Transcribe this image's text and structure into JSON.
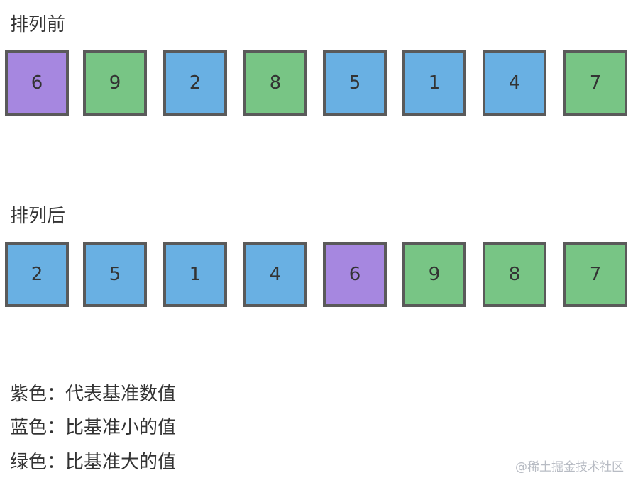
{
  "colors": {
    "pivot": "#a687e0",
    "smaller": "#69b0e3",
    "larger": "#78c585",
    "border": "#5a5a5a"
  },
  "before": {
    "title": "排列前",
    "boxes": [
      {
        "value": "6",
        "role": "pivot"
      },
      {
        "value": "9",
        "role": "larger"
      },
      {
        "value": "2",
        "role": "smaller"
      },
      {
        "value": "8",
        "role": "larger"
      },
      {
        "value": "5",
        "role": "smaller"
      },
      {
        "value": "1",
        "role": "smaller"
      },
      {
        "value": "4",
        "role": "smaller"
      },
      {
        "value": "7",
        "role": "larger"
      }
    ]
  },
  "after": {
    "title": "排列后",
    "boxes": [
      {
        "value": "2",
        "role": "smaller"
      },
      {
        "value": "5",
        "role": "smaller"
      },
      {
        "value": "1",
        "role": "smaller"
      },
      {
        "value": "4",
        "role": "smaller"
      },
      {
        "value": "6",
        "role": "pivot"
      },
      {
        "value": "9",
        "role": "larger"
      },
      {
        "value": "8",
        "role": "larger"
      },
      {
        "value": "7",
        "role": "larger"
      }
    ]
  },
  "legend": {
    "purple": "紫色：代表基准数值",
    "blue": "蓝色：比基准小的值",
    "green": "绿色：比基准大的值"
  },
  "watermark": "@稀土掘金技术社区"
}
